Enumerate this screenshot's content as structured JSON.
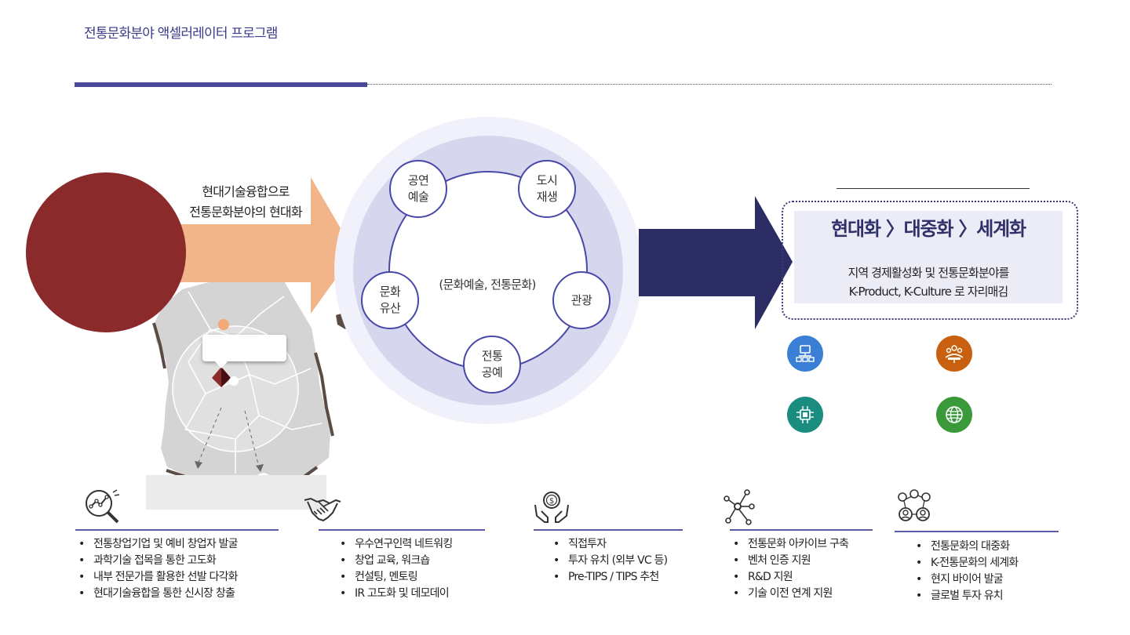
{
  "page": {
    "title": "전통문화분야 액셀러레이터 프로그램"
  },
  "input": {
    "arrow_label_line1": "현대기술융합으로",
    "arrow_label_line2": "전통문화분야의 현대화"
  },
  "cycle": {
    "center_label": "(문화예술, 전통문화)",
    "nodes": [
      {
        "line1": "공연",
        "line2": "예술"
      },
      {
        "line1": "도시",
        "line2": "재생"
      },
      {
        "line1": "관광",
        "line2": ""
      },
      {
        "line1": "전통",
        "line2": "공예"
      },
      {
        "line1": "문화",
        "line2": "유산"
      }
    ]
  },
  "result": {
    "headline": "현대화 〉대중화 〉세계화",
    "body_line1": "지역 경제활성화 및 전통문화분야를",
    "body_line2": "K-Product, K-Culture 로 자리매김"
  },
  "colors": {
    "accent": "#4a4a99",
    "dark_arrow": "#2d2d66",
    "peach_arrow": "#f2b58a",
    "circle": "#8b2a2a",
    "icon_blue": "#3a7fd5",
    "icon_orange": "#c8600f",
    "icon_teal": "#1a8c80",
    "icon_green": "#3a9a3a"
  },
  "result_icons": [
    "network-computer-icon",
    "team-icon",
    "chip-icon",
    "globe-icon"
  ],
  "categories": [
    {
      "icon": "chart-magnifier-icon",
      "items": [
        "전통창업기업 및 예비 창업자 발굴",
        "과학기술 접목을 통한 고도화",
        "내부 전문가를 활용한 선발 다각화",
        "현대기술융합을 통한 신시장 창출"
      ]
    },
    {
      "icon": "handshake-icon",
      "items": [
        "우수연구인력 네트워킹",
        "창업 교육, 워크숍",
        "컨설팅, 멘토링",
        "IR 고도화 및 데모데이"
      ]
    },
    {
      "icon": "money-hands-icon",
      "items": [
        "직접투자",
        "투자 유치 (외부 VC 등)",
        "Pre-TIPS / TIPS 추천"
      ]
    },
    {
      "icon": "network-nodes-icon",
      "items": [
        "전통문화 아카이브 구축",
        "벤처 인증 지원",
        "R&D 지원",
        "기술 이전 연계 지원"
      ]
    },
    {
      "icon": "people-network-icon",
      "items": [
        "전통문화의 대중화",
        "K-전통문화의 세계화",
        "현지 바이어 발굴",
        "글로벌 투자 유치"
      ]
    }
  ]
}
